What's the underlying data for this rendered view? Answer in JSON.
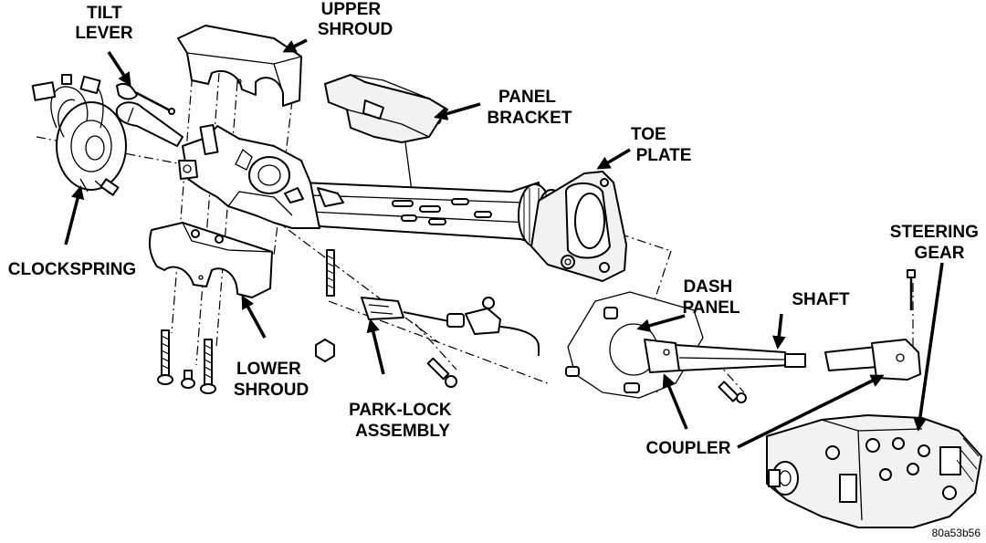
{
  "labels": {
    "tilt_lever": [
      "TILT",
      "LEVER"
    ],
    "upper_shroud": [
      "UPPER",
      "SHROUD"
    ],
    "panel_bracket": [
      "PANEL",
      "BRACKET"
    ],
    "toe_plate": [
      "TOE",
      "PLATE"
    ],
    "clockspring": "CLOCKSPRING",
    "steering_gear": [
      "STEERING",
      "GEAR"
    ],
    "dash_panel": [
      "DASH",
      "PANEL"
    ],
    "shaft": "SHAFT",
    "lower_shroud": [
      "LOWER",
      "SHROUD"
    ],
    "park_lock_assembly": [
      "PARK-LOCK",
      "ASSEMBLY"
    ],
    "coupler": "COUPLER"
  },
  "figure_code": "80a53b56"
}
